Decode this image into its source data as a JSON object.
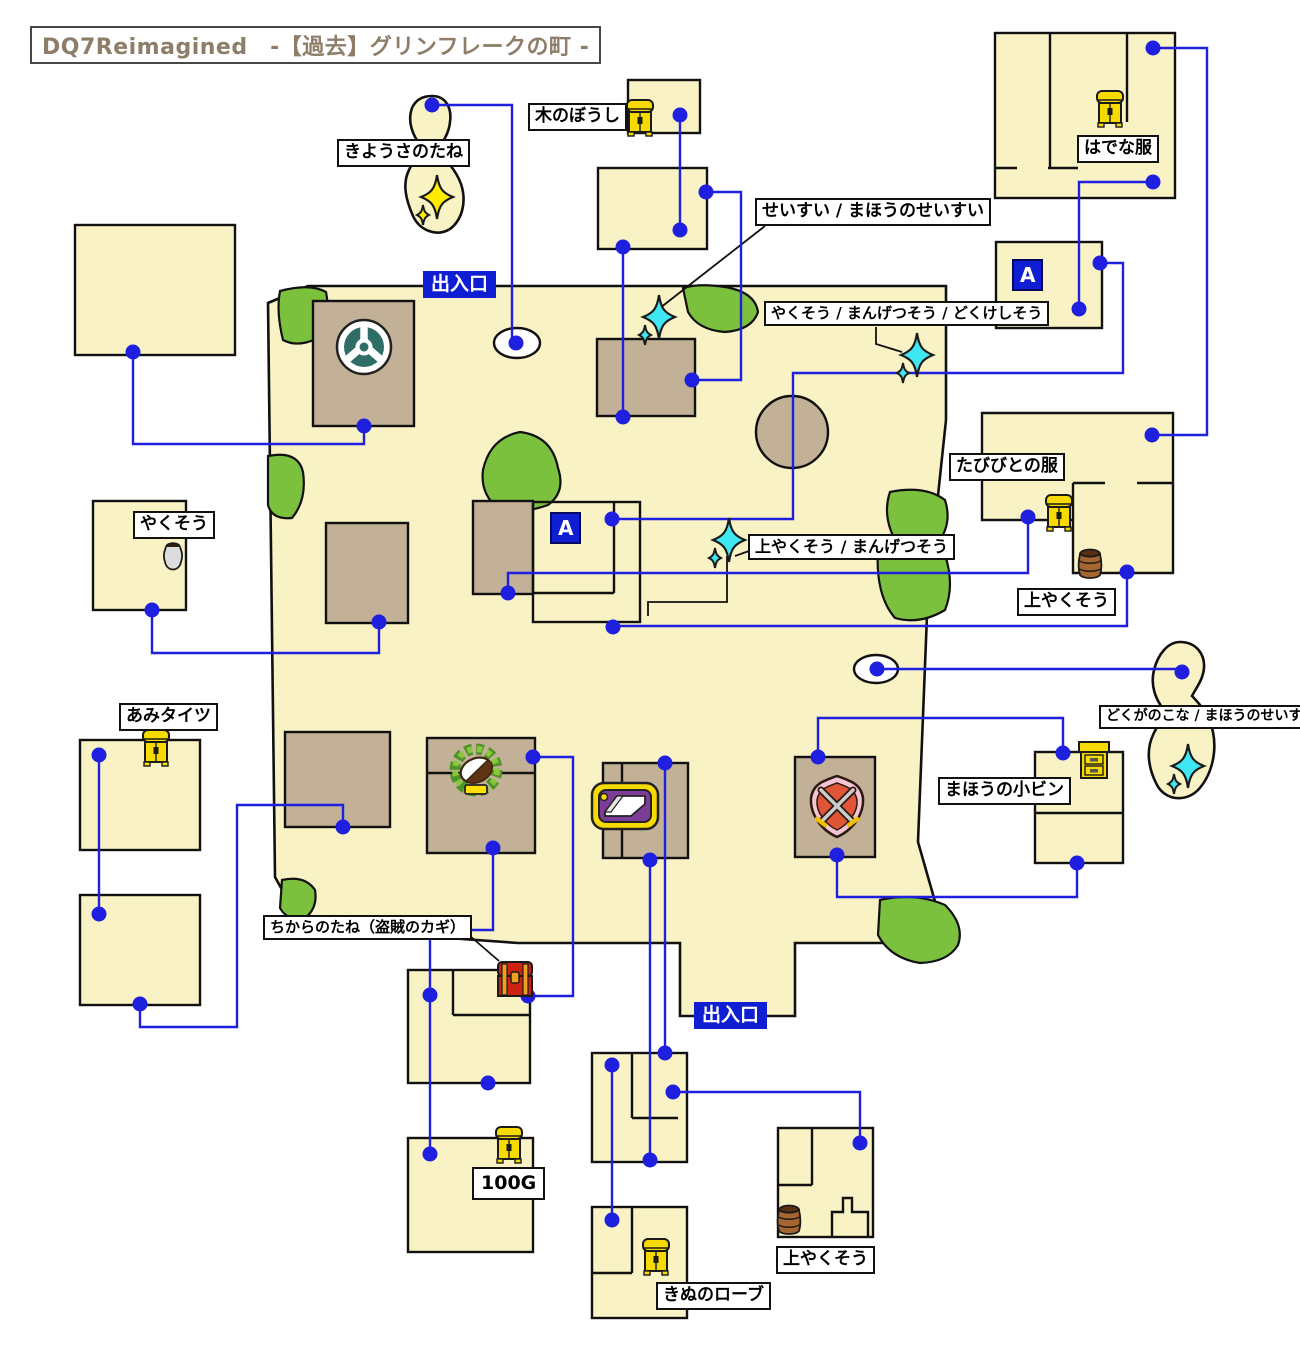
{
  "title": "DQ7Reimagined　-【過去】グリンフレークの町 -",
  "badges": {
    "exit_top": "出入口",
    "exit_bottom": "出入口",
    "marker_a_town": "A",
    "marker_a_house": "A"
  },
  "labels": {
    "kiyousa_no_tane": "きようさのたね",
    "ki_no_boushi": "木のぼうし",
    "seisui_mahou_no_seisui": "せいすい / まほうのせいすい",
    "hadena_fuku": "はでな服",
    "yakusou_mangetsusou_dokukeshisou": "やくそう / まんげつそう / どくけしそう",
    "tabibito_no_fuku": "たびびとの服",
    "kamiyakusou_right": "上やくそう",
    "yakusou_left": "やくそう",
    "kamiyakusou_mangetsusou": "上やくそう / まんげつそう",
    "ami_taitsu": "あみタイツ",
    "dokuga_no_kona_mahou_no_seisui": "どくがのこな / まほうのせいすい",
    "mahou_no_kobin": "まほうの小ビン",
    "chikara_no_tane_touzoku_no_kagi": "ちからのたね（盗賊のカギ）",
    "gold_100": "100G",
    "kinu_no_robe": "きぬのローブ",
    "kamiyakusou_bottom": "上やくそう"
  },
  "icons": {
    "treasure-chest-icon": "yellow cabinet chest",
    "red-treasure-chest-icon": "red treasure chest",
    "dresser-icon": "yellow two-drawer dresser",
    "barrel-icon": "wooden barrel",
    "pot-icon": "clay pot",
    "sparkle-cyan-icon": "cyan glitter spot",
    "sparkle-yellow-icon": "yellow glitter spot",
    "church-crest-icon": "church symbol",
    "bakery-crest-icon": "bread shop symbol",
    "inn-crest-icon": "inn bed symbol",
    "weapon-shop-crest-icon": "sword and shield symbol",
    "well-icon": "well ellipse",
    "location-dot": "blue location marker"
  },
  "colors": {
    "ground": "#f8f2c4",
    "roof_brown": "#c2b196",
    "line_blue": "#1f1fe0",
    "badge_blue": "#0f1ed2",
    "bush_green": "#7cc13e",
    "title_brown": "#8d7d69",
    "sparkle_cyan": "#3fe7f2",
    "sparkle_yellow": "#ffec00"
  }
}
